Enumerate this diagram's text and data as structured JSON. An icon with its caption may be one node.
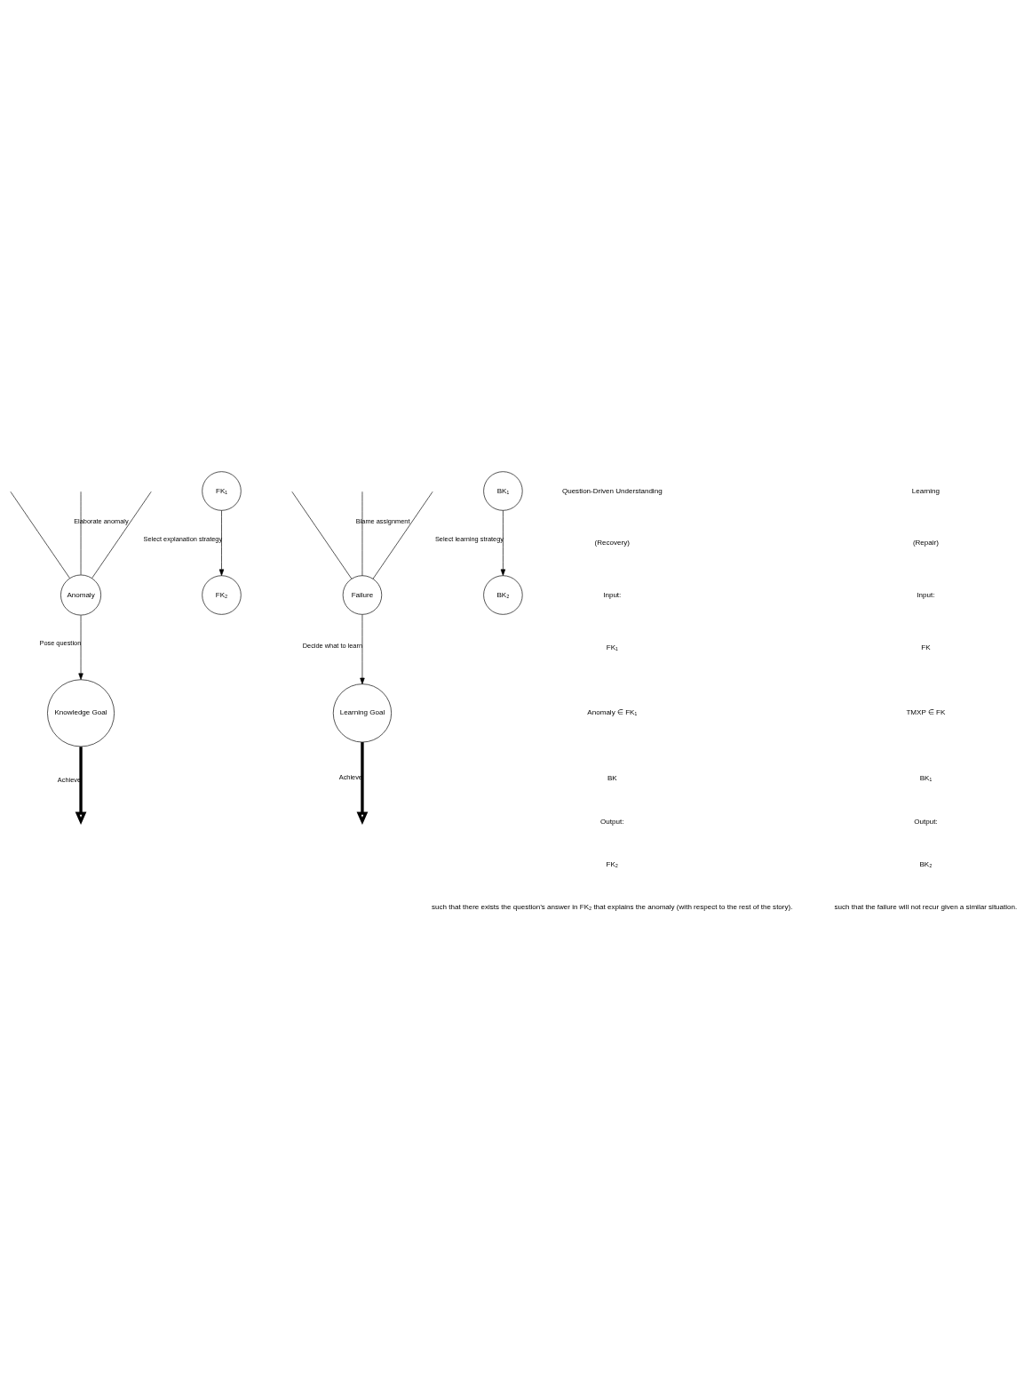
{
  "diagram": {
    "nodes": [
      {
        "text": [
          "Anomaly"
        ]
      },
      {
        "text": [
          "Knowledge Goal"
        ]
      },
      {
        "text": [
          "FK₁"
        ]
      },
      {
        "text": [
          "FK₂"
        ]
      },
      {
        "text": [
          "Failure"
        ]
      },
      {
        "text": [
          "Learning Goal"
        ]
      },
      {
        "text": [
          "BK₁"
        ]
      },
      {
        "text": [
          "BK₂"
        ]
      }
    ],
    "edges": [
      {
        "from": null,
        "to": 0,
        "arrow": "none"
      },
      {
        "from": null,
        "to": 0,
        "arrow": "none"
      },
      {
        "from": null,
        "to": 0,
        "arrow": "none",
        "label": "Elaborate anomaly"
      },
      {
        "from": 0,
        "to": 1,
        "arrow": "to",
        "label": "Pose question"
      },
      {
        "from": 1,
        "to": null,
        "arrow": "to",
        "label": "Achieve",
        "style": "thick"
      },
      {
        "from": 2,
        "to": 3,
        "arrow": "to",
        "label": "Select explanation strategy"
      },
      {
        "from": null,
        "to": 4,
        "arrow": "none"
      },
      {
        "from": null,
        "to": 4,
        "arrow": "none"
      },
      {
        "from": null,
        "to": 4,
        "arrow": "none",
        "label": "Blame assignment"
      },
      {
        "from": 4,
        "to": 5,
        "arrow": "to",
        "label": "Decide what to learn"
      },
      {
        "from": 5,
        "to": null,
        "arrow": "to",
        "label": "Achieve",
        "style": "thick"
      },
      {
        "from": 6,
        "to": 7,
        "arrow": "to",
        "label": "Select learning strategy"
      }
    ],
    "labels": [
      "Question-Driven Understanding",
      "(Recovery)",
      "Input:",
      "FK₁",
      "Anomaly ∈ FK₁",
      "BK",
      "Output:",
      "FK₂",
      "such that there exists the question’s answer in FK₂ that explains the anomaly (with respect to the rest of the story).",
      "Learning",
      "(Repair)",
      "Input:",
      "FK",
      "TMXP ∈ FK",
      "BK₁",
      "Output:",
      "BK₂",
      "such that the failure will not recur given a similar situation."
    ]
  }
}
